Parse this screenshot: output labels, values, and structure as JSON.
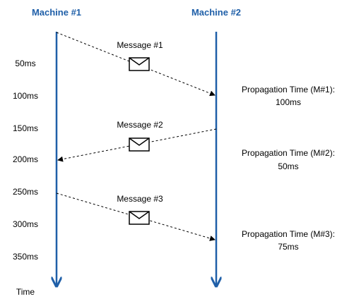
{
  "colors": {
    "timeline": "#1f5fa8",
    "title": "#1f5fa8",
    "arrow": "#000000",
    "text": "#000000"
  },
  "machines": {
    "left": {
      "title": "Machine #1"
    },
    "right": {
      "title": "Machine #2"
    }
  },
  "axis": {
    "label": "Time",
    "ticks": [
      "50ms",
      "100ms",
      "150ms",
      "200ms",
      "250ms",
      "300ms",
      "350ms"
    ]
  },
  "messages": [
    {
      "label": "Message #1",
      "icon": "envelope-icon",
      "propagation_label": "Propagation Time (M#1):",
      "propagation_value": "100ms"
    },
    {
      "label": "Message #2",
      "icon": "envelope-icon",
      "propagation_label": "Propagation Time (M#2):",
      "propagation_value": "50ms"
    },
    {
      "label": "Message #3",
      "icon": "envelope-icon",
      "propagation_label": "Propagation Time (M#3):",
      "propagation_value": "75ms"
    }
  ]
}
